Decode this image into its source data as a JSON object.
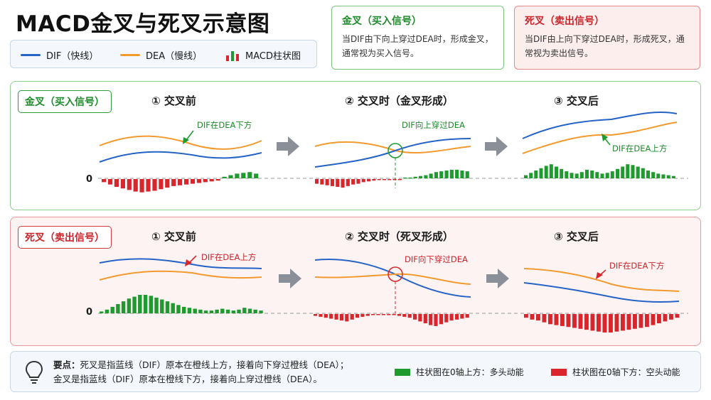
{
  "title": "MACD金叉与死叉示意图",
  "legend": {
    "dif": "DIF（快线）",
    "dea": "DEA（慢线）",
    "hist": "MACD柱状图"
  },
  "colors": {
    "dif": "#2563c7",
    "dea": "#f29a2e",
    "green": "#1f9a2e",
    "red": "#d9262c",
    "grey": "#8a8f98"
  },
  "golden_card": {
    "title": "金叉（买入信号）",
    "text": "当DIF由下向上穿过DEA时，形成金叉，通常视为买入信号。"
  },
  "death_card": {
    "title": "死叉（卖出信号）",
    "text": "当DIF由上向下穿过DEA时，形成死叉，通常视为卖出信号。"
  },
  "golden_panel": {
    "tag": "金叉（买入信号）",
    "zero": "0",
    "steps": [
      "① 交叉前",
      "② 交叉时（金叉形成）",
      "③ 交叉后"
    ],
    "annotations": [
      "DIF在DEA下方",
      "DIF向上穿过DEA",
      "DIF在DEA上方"
    ]
  },
  "death_panel": {
    "tag": "死叉（卖出信号）",
    "zero": "0",
    "steps": [
      "① 交叉前",
      "② 交叉时（死叉形成）",
      "③ 交叉后"
    ],
    "annotations": [
      "DIF在DEA上方",
      "DIF向下穿过DEA",
      "DIF在DEA下方"
    ]
  },
  "histograms": {
    "golden": [
      [
        -0.2,
        -0.35,
        -0.5,
        -0.6,
        -0.7,
        -0.8,
        -0.85,
        -0.8,
        -0.75,
        -0.65,
        -0.55,
        -0.45,
        -0.4,
        -0.35,
        -0.3,
        -0.25,
        -0.2,
        -0.15,
        -0.1,
        0.1,
        0.2,
        0.3,
        0.35,
        0.4,
        0.3
      ],
      [
        -0.3,
        -0.35,
        -0.4,
        -0.45,
        -0.5,
        -0.55,
        -0.45,
        -0.35,
        -0.3,
        -0.2,
        -0.15,
        -0.1,
        -0.05,
        -0.05,
        -0.05,
        -0.05,
        -0.05,
        0.05,
        0.05,
        0.1,
        0.15,
        0.2,
        0.3,
        0.4,
        0.45,
        0.5,
        0.55,
        0.55,
        0.5,
        0.45
      ],
      [
        0.2,
        0.35,
        0.5,
        0.65,
        0.8,
        0.9,
        0.75,
        0.6,
        0.45,
        0.35,
        0.3,
        0.4,
        0.55,
        0.5,
        0.4,
        0.3,
        0.35,
        0.45,
        0.6,
        0.75,
        0.9,
        0.85,
        0.75,
        0.65,
        0.5,
        0.4,
        0.3,
        0.25,
        0.2,
        0.15
      ]
    ],
    "death": [
      [
        0.1,
        0.2,
        0.35,
        0.5,
        0.65,
        0.8,
        0.9,
        1.0,
        1.0,
        0.95,
        0.85,
        0.75,
        0.65,
        0.55,
        0.45,
        0.35,
        0.3,
        0.25,
        0.2,
        0.15,
        0.15,
        0.2,
        0.25,
        0.2,
        0.15,
        0.2,
        0.3,
        0.25,
        0.2,
        0.15
      ],
      [
        -0.1,
        -0.15,
        -0.2,
        -0.25,
        -0.3,
        -0.35,
        -0.4,
        -0.3,
        -0.2,
        -0.15,
        -0.1,
        -0.05,
        -0.05,
        -0.05,
        -0.05,
        -0.05,
        -0.1,
        -0.15,
        -0.2,
        -0.3,
        -0.4,
        -0.5,
        -0.6,
        -0.65,
        -0.55,
        -0.45,
        -0.35,
        -0.3,
        -0.25,
        -0.2
      ],
      [
        -0.2,
        -0.3,
        -0.35,
        -0.45,
        -0.55,
        -0.6,
        -0.65,
        -0.7,
        -0.75,
        -0.8,
        -0.85,
        -0.9,
        -0.95,
        -1.0,
        -1.0,
        -0.95,
        -0.9,
        -0.85,
        -0.8,
        -0.75,
        -0.7,
        -0.6,
        -0.5,
        -0.4,
        -0.3,
        -0.2
      ]
    ]
  },
  "bottom": {
    "key_label": "要点：",
    "line1": "死叉是指蓝线（DIF）原本在橙线上方，接着向下穿过橙线（DEA）；",
    "line2": "金叉是指蓝线（DIF）原本在橙线下方，接着向上穿过橙线（DEA）。",
    "legend_green": "柱状图在0轴上方：多头动能",
    "legend_red": "柱状图在0轴下方：空头动能",
    "icon": "lightbulb-icon"
  }
}
